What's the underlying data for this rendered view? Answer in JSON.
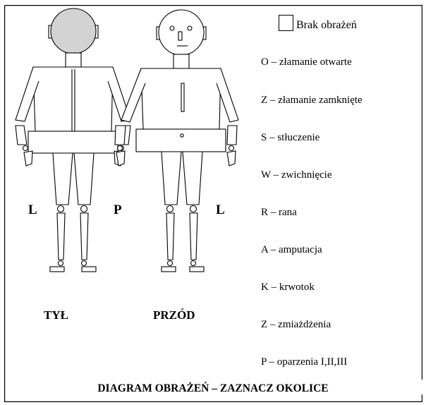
{
  "no_injury_label": "Brak obrażeń",
  "legend": [
    "O – złamanie otwarte",
    "Z – złamanie zamknięte",
    "S – stłuczenie",
    "W – zwichnięcie",
    "R – rana",
    "A – amputacja",
    "K – krwotok",
    "Z – zmiażdżenia",
    "P – oparzenia I,II,III"
  ],
  "side_labels": {
    "left_1": "L",
    "right": "P",
    "left_2": "L"
  },
  "view_labels": {
    "back": "TYŁ",
    "front": "PRZÓD"
  },
  "title": "DIAGRAM OBRAŻEŃ – ZAZNACZ OKOLICE",
  "colors": {
    "line": "#000000",
    "back_head_fill": "#d3d3d3",
    "background": "#ffffff"
  }
}
